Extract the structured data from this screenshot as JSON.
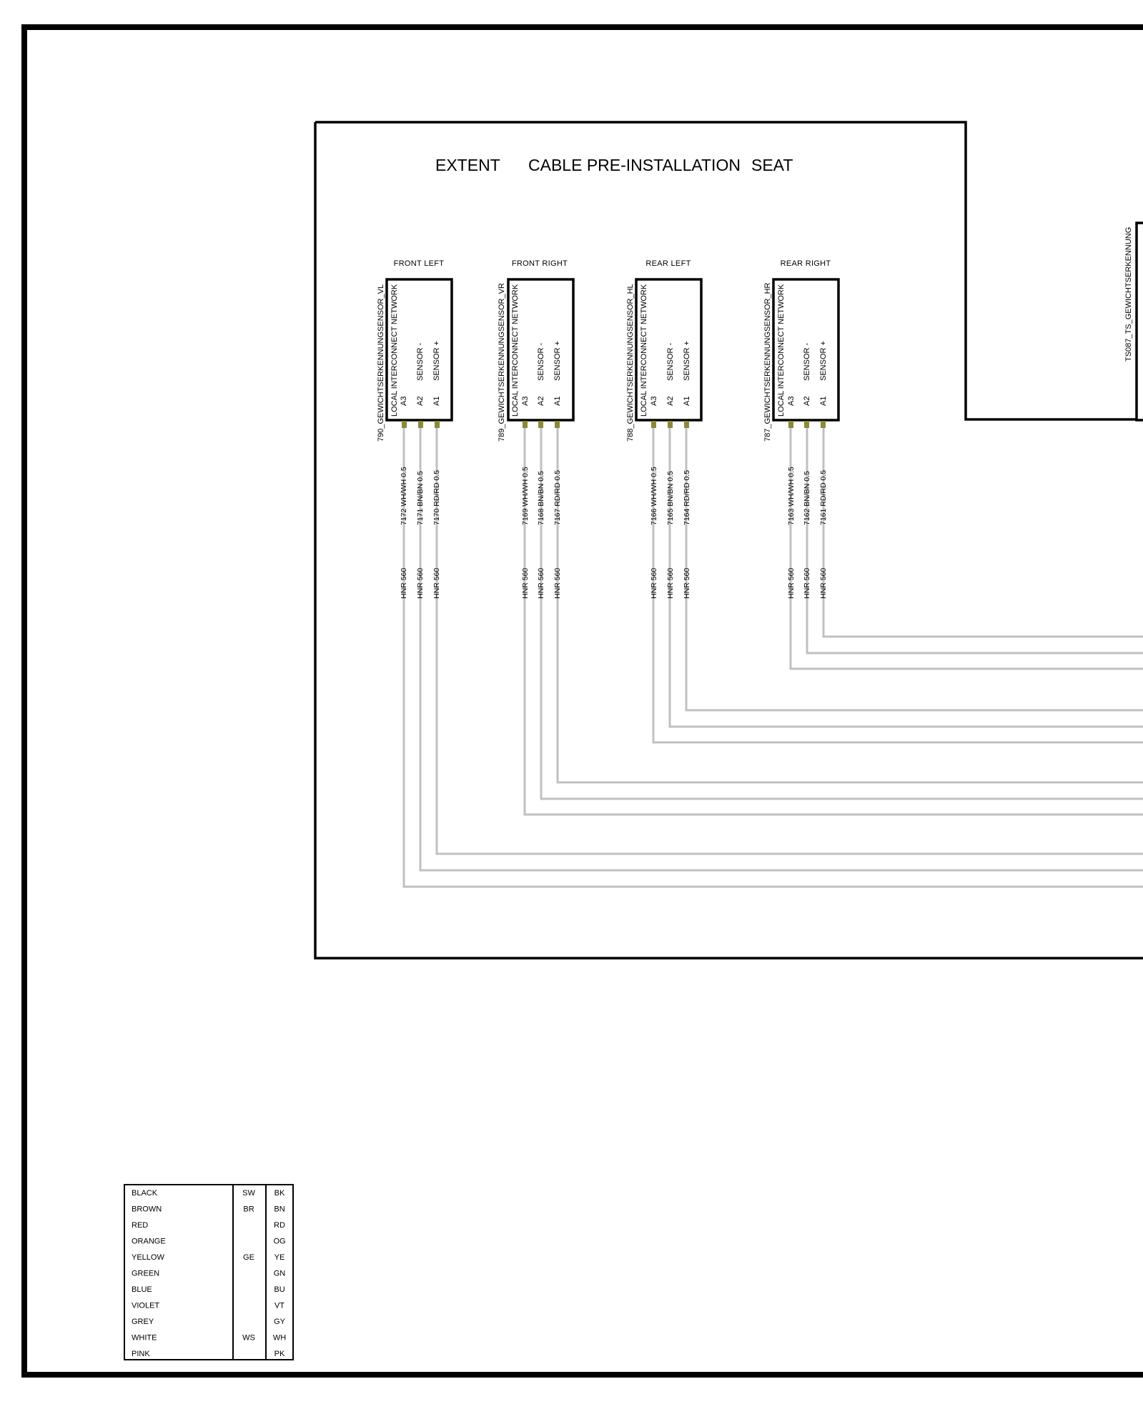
{
  "title": {
    "extent": "EXTENT",
    "scope": "CABLE PRE-INSTALLATION",
    "item": "SEAT"
  },
  "connectors": [
    {
      "position": "FRONT LEFT",
      "name": "790_GEWICHTSERKENNUNGSENSOR_VL",
      "network": "LOCAL INTERCONNECT NETWORK",
      "pins": [
        {
          "pin": "A3",
          "signal": "",
          "wire": "7172 WH/WH 0.5",
          "harness": "HNR 560"
        },
        {
          "pin": "A2",
          "signal": "SENSOR -",
          "wire": "7171 BN/BN 0.5",
          "harness": "HNR 560"
        },
        {
          "pin": "A1",
          "signal": "SENSOR +",
          "wire": "7170 RD/RD 0.5",
          "harness": "HNR 560"
        }
      ]
    },
    {
      "position": "FRONT RIGHT",
      "name": "789_GEWICHTSERKENNUNGSENSOR_VR",
      "network": "LOCAL INTERCONNECT NETWORK",
      "pins": [
        {
          "pin": "A3",
          "signal": "",
          "wire": "7169 WH/WH 0.5",
          "harness": "HNR 560"
        },
        {
          "pin": "A2",
          "signal": "SENSOR -",
          "wire": "7168 BN/BN 0.5",
          "harness": "HNR 560"
        },
        {
          "pin": "A1",
          "signal": "SENSOR +",
          "wire": "7167 RD/RD 0.5",
          "harness": "HNR 560"
        }
      ]
    },
    {
      "position": "REAR LEFT",
      "name": "788_GEWICHTSERKENNUNGSENSOR_HL",
      "network": "LOCAL INTERCONNECT NETWORK",
      "pins": [
        {
          "pin": "A3",
          "signal": "",
          "wire": "7166 WH/WH 0.5",
          "harness": "HNR 560"
        },
        {
          "pin": "A2",
          "signal": "SENSOR -",
          "wire": "7165 BN/BN 0.5",
          "harness": "HNR 560"
        },
        {
          "pin": "A1",
          "signal": "SENSOR +",
          "wire": "7164 RD/RD 0.5",
          "harness": "HNR 560"
        }
      ]
    },
    {
      "position": "REAR RIGHT",
      "name": "787_GEWICHTSERKENNUNGSENSOR_HR",
      "network": "LOCAL INTERCONNECT NETWORK",
      "pins": [
        {
          "pin": "A3",
          "signal": "",
          "wire": "7163 WH/WH 0.5",
          "harness": "HNR 560"
        },
        {
          "pin": "A2",
          "signal": "SENSOR -",
          "wire": "7162 BN/BN 0.5",
          "harness": "HNR 560"
        },
        {
          "pin": "A1",
          "signal": "SENSOR +",
          "wire": "7161 RD/RD 0.5",
          "harness": "HNR 560"
        }
      ]
    }
  ],
  "control_unit": {
    "name": "TS087_TS_GEWICHTSERKENNUNG"
  },
  "legend": [
    {
      "color": "BLACK",
      "de": "SW",
      "en": "BK"
    },
    {
      "color": "BROWN",
      "de": "BR",
      "en": "BN"
    },
    {
      "color": "RED",
      "de": "",
      "en": "RD"
    },
    {
      "color": "ORANGE",
      "de": "",
      "en": "OG"
    },
    {
      "color": "YELLOW",
      "de": "GE",
      "en": "YE"
    },
    {
      "color": "GREEN",
      "de": "",
      "en": "GN"
    },
    {
      "color": "BLUE",
      "de": "",
      "en": "BU"
    },
    {
      "color": "VIOLET",
      "de": "",
      "en": "VT"
    },
    {
      "color": "GREY",
      "de": "",
      "en": "GY"
    },
    {
      "color": "WHITE",
      "de": "WS",
      "en": "WH"
    },
    {
      "color": "PINK",
      "de": "",
      "en": "PK"
    }
  ],
  "colors": {
    "line": "#000000",
    "wire": "#c0c0c0",
    "pin": "#8a8a3a"
  }
}
